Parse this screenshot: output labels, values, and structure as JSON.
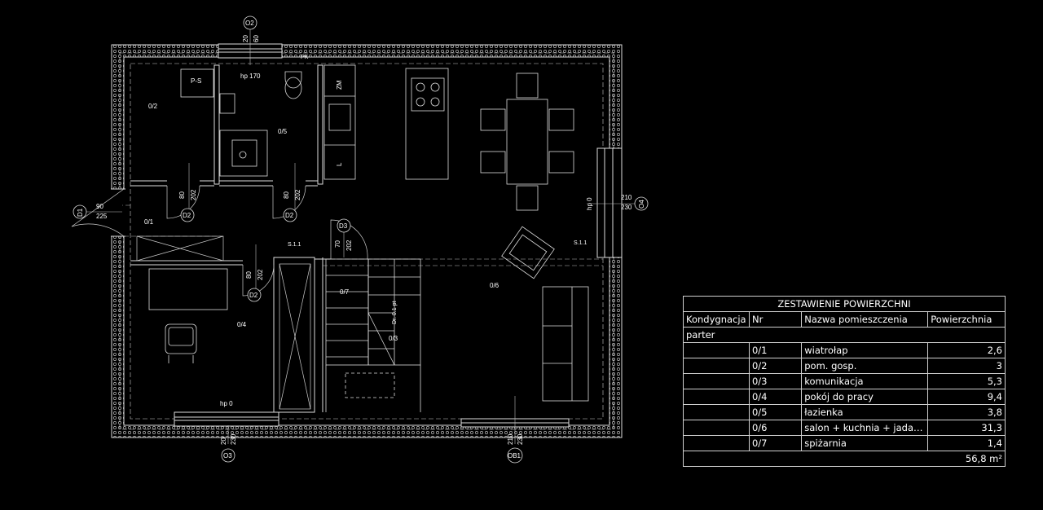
{
  "plan": {
    "rooms": [
      {
        "id": "0/1"
      },
      {
        "id": "0/2"
      },
      {
        "id": "0/3"
      },
      {
        "id": "0/4"
      },
      {
        "id": "0/5"
      },
      {
        "id": "0/6"
      },
      {
        "id": "0/7"
      }
    ],
    "fixture_labels": {
      "ps": "P-S",
      "zm": "ZM",
      "l": "L",
      "pk": "PK"
    },
    "tags": {
      "o2": "O2",
      "o3": "O3",
      "o4": "O4",
      "ob1": "OB1",
      "d1": "D1",
      "d2a": "D2",
      "d2b": "D2",
      "d2c": "D2",
      "d3": "D3",
      "s11a": "S.1.1",
      "s11b": "S.1.1"
    },
    "dims": {
      "o2_w": "20",
      "o2_h": "60",
      "hp170": "hp 170",
      "o4_w": "210",
      "o4_h": "230",
      "hp0_right": "hp 0",
      "d1_w": "90",
      "d1_h": "225",
      "d2a_w": "80",
      "d2a_h": "202",
      "d2b_w": "80",
      "d2b_h": "202",
      "d2c_w": "80",
      "d2c_h": "202",
      "d3_w": "70",
      "d3_h": "202",
      "hp0_bottom": "hp 0",
      "o3_w": "20",
      "o3_h": "230",
      "ob1_w": "210",
      "ob1_h": "230",
      "stairs_note": "Dr. 0.1 pt"
    }
  },
  "summary": {
    "title": "ZESTAWIENIE POWIERZCHNI",
    "headers": [
      "Kondygnacja",
      "Nr",
      "Nazwa pomieszczenia",
      "Powierzchnia"
    ],
    "level": "parter",
    "rows": [
      {
        "nr": "0/1",
        "name": "wiatrołap",
        "area": "2,6"
      },
      {
        "nr": "0/2",
        "name": "pom. gosp.",
        "area": "3"
      },
      {
        "nr": "0/3",
        "name": "komunikacja",
        "area": "5,3"
      },
      {
        "nr": "0/4",
        "name": "pokój do pracy",
        "area": "9,4"
      },
      {
        "nr": "0/5",
        "name": "łazienka",
        "area": "3,8"
      },
      {
        "nr": "0/6",
        "name": "salon + kuchnia + jadalni...",
        "area": "31,3"
      },
      {
        "nr": "0/7",
        "name": "spiżarnia",
        "area": "1,4"
      }
    ],
    "total": "56,8 m²"
  }
}
